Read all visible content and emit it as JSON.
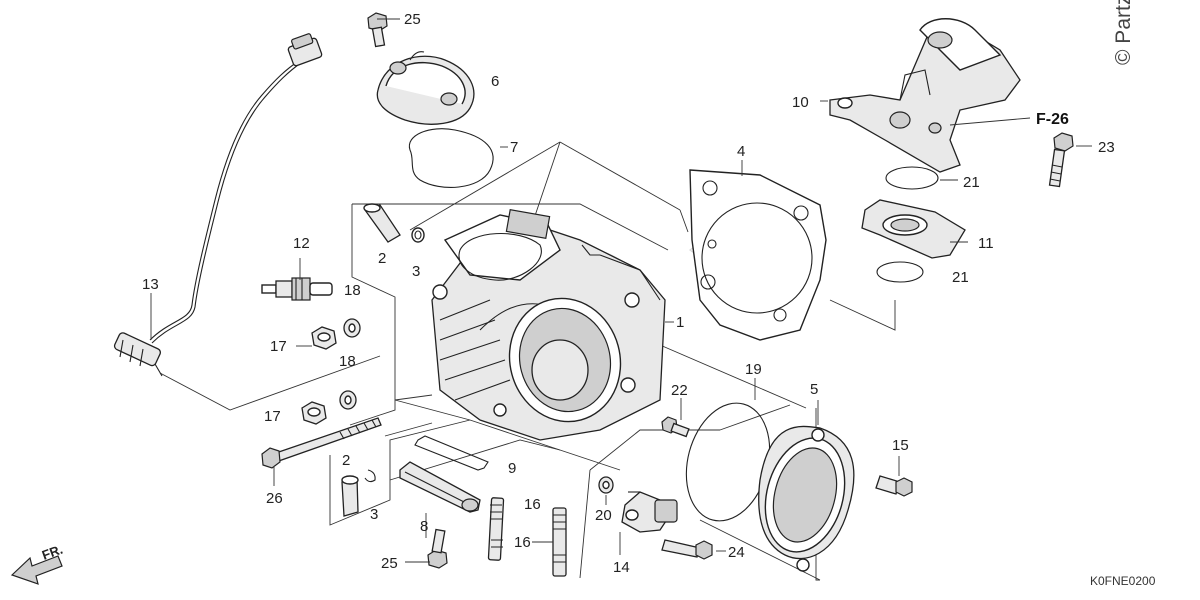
{
  "callouts": [
    {
      "id": "c1",
      "text": "1"
    },
    {
      "id": "c2a",
      "text": "2"
    },
    {
      "id": "c2b",
      "text": "2"
    },
    {
      "id": "c3a",
      "text": "3"
    },
    {
      "id": "c3b",
      "text": "3"
    },
    {
      "id": "c4",
      "text": "4"
    },
    {
      "id": "c5",
      "text": "5"
    },
    {
      "id": "c6",
      "text": "6"
    },
    {
      "id": "c7",
      "text": "7"
    },
    {
      "id": "c8",
      "text": "8"
    },
    {
      "id": "c9",
      "text": "9"
    },
    {
      "id": "c10",
      "text": "10"
    },
    {
      "id": "c11",
      "text": "11"
    },
    {
      "id": "c12",
      "text": "12"
    },
    {
      "id": "c13",
      "text": "13"
    },
    {
      "id": "c14",
      "text": "14"
    },
    {
      "id": "c15",
      "text": "15"
    },
    {
      "id": "c16a",
      "text": "16"
    },
    {
      "id": "c16b",
      "text": "16"
    },
    {
      "id": "c17a",
      "text": "17"
    },
    {
      "id": "c17b",
      "text": "17"
    },
    {
      "id": "c18a",
      "text": "18"
    },
    {
      "id": "c18b",
      "text": "18"
    },
    {
      "id": "c19",
      "text": "19"
    },
    {
      "id": "c20",
      "text": "20"
    },
    {
      "id": "c21a",
      "text": "21"
    },
    {
      "id": "c21b",
      "text": "21"
    },
    {
      "id": "c22",
      "text": "22"
    },
    {
      "id": "c23",
      "text": "23"
    },
    {
      "id": "c24",
      "text": "24"
    },
    {
      "id": "c25a",
      "text": "25"
    },
    {
      "id": "c25b",
      "text": "25"
    },
    {
      "id": "c26",
      "text": "26"
    }
  ],
  "reference": "F-26",
  "diagram_code": "K0FNE0200",
  "copyright": "© Partzilla",
  "front_label": "FR."
}
